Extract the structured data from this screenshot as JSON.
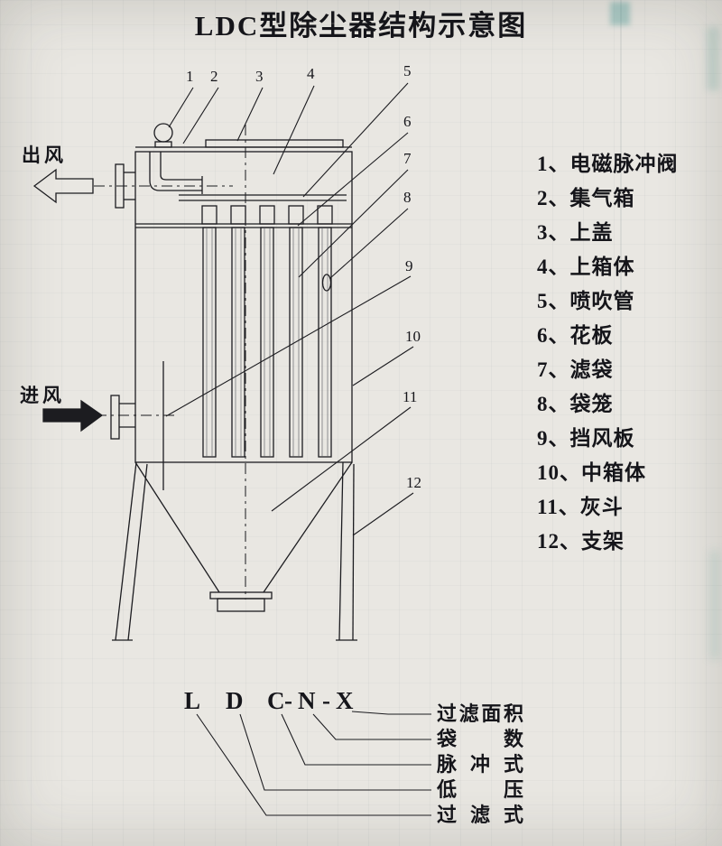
{
  "page": {
    "title": "LDC型除尘器结构示意图"
  },
  "flow": {
    "outlet": "出风",
    "inlet": "进风"
  },
  "diagram": {
    "callouts": [
      "1",
      "2",
      "3",
      "4",
      "5",
      "6",
      "7",
      "8",
      "9",
      "10",
      "11",
      "12"
    ]
  },
  "legend": {
    "items": [
      "1、电磁脉冲阀",
      "2、集气箱",
      "3、上盖",
      "4、上箱体",
      "5、喷吹管",
      "6、花板",
      "7、滤袋",
      "8、袋笼",
      "9、挡风板",
      "10、中箱体",
      "11、灰斗",
      "12、支架"
    ]
  },
  "model": {
    "letters": [
      "L",
      "D",
      "C",
      "-",
      "N",
      "-",
      "X"
    ],
    "annotations": [
      "过滤面积",
      "袋数",
      "脉冲式",
      "低压",
      "过滤式"
    ]
  },
  "colors": {
    "paper": "#e9e7e2",
    "ink": "#1c1c20"
  }
}
